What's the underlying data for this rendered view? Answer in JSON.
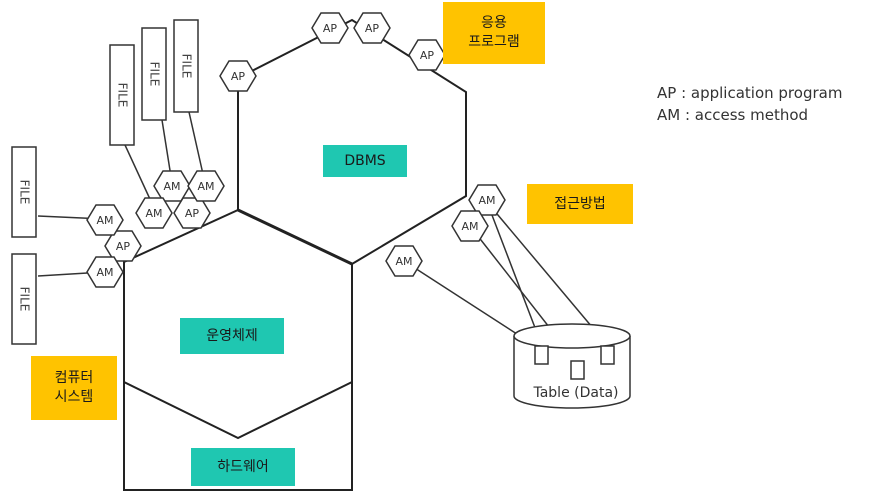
{
  "labels": {
    "dbms": "DBMS",
    "os": "운영체제",
    "hardware": "하드웨어",
    "application_program": "응용\n프로그램",
    "access_method": "접근방법",
    "computer_system": "컴퓨터\n시스템",
    "table": "Table (Data)",
    "file": "FILE"
  },
  "legend": {
    "ap": "AP : application program",
    "am": "AM : access method"
  },
  "hex_nodes": {
    "ap": "AP",
    "am": "AM"
  },
  "colors": {
    "teal": "#1fc7b1",
    "yellow": "#ffc300"
  }
}
